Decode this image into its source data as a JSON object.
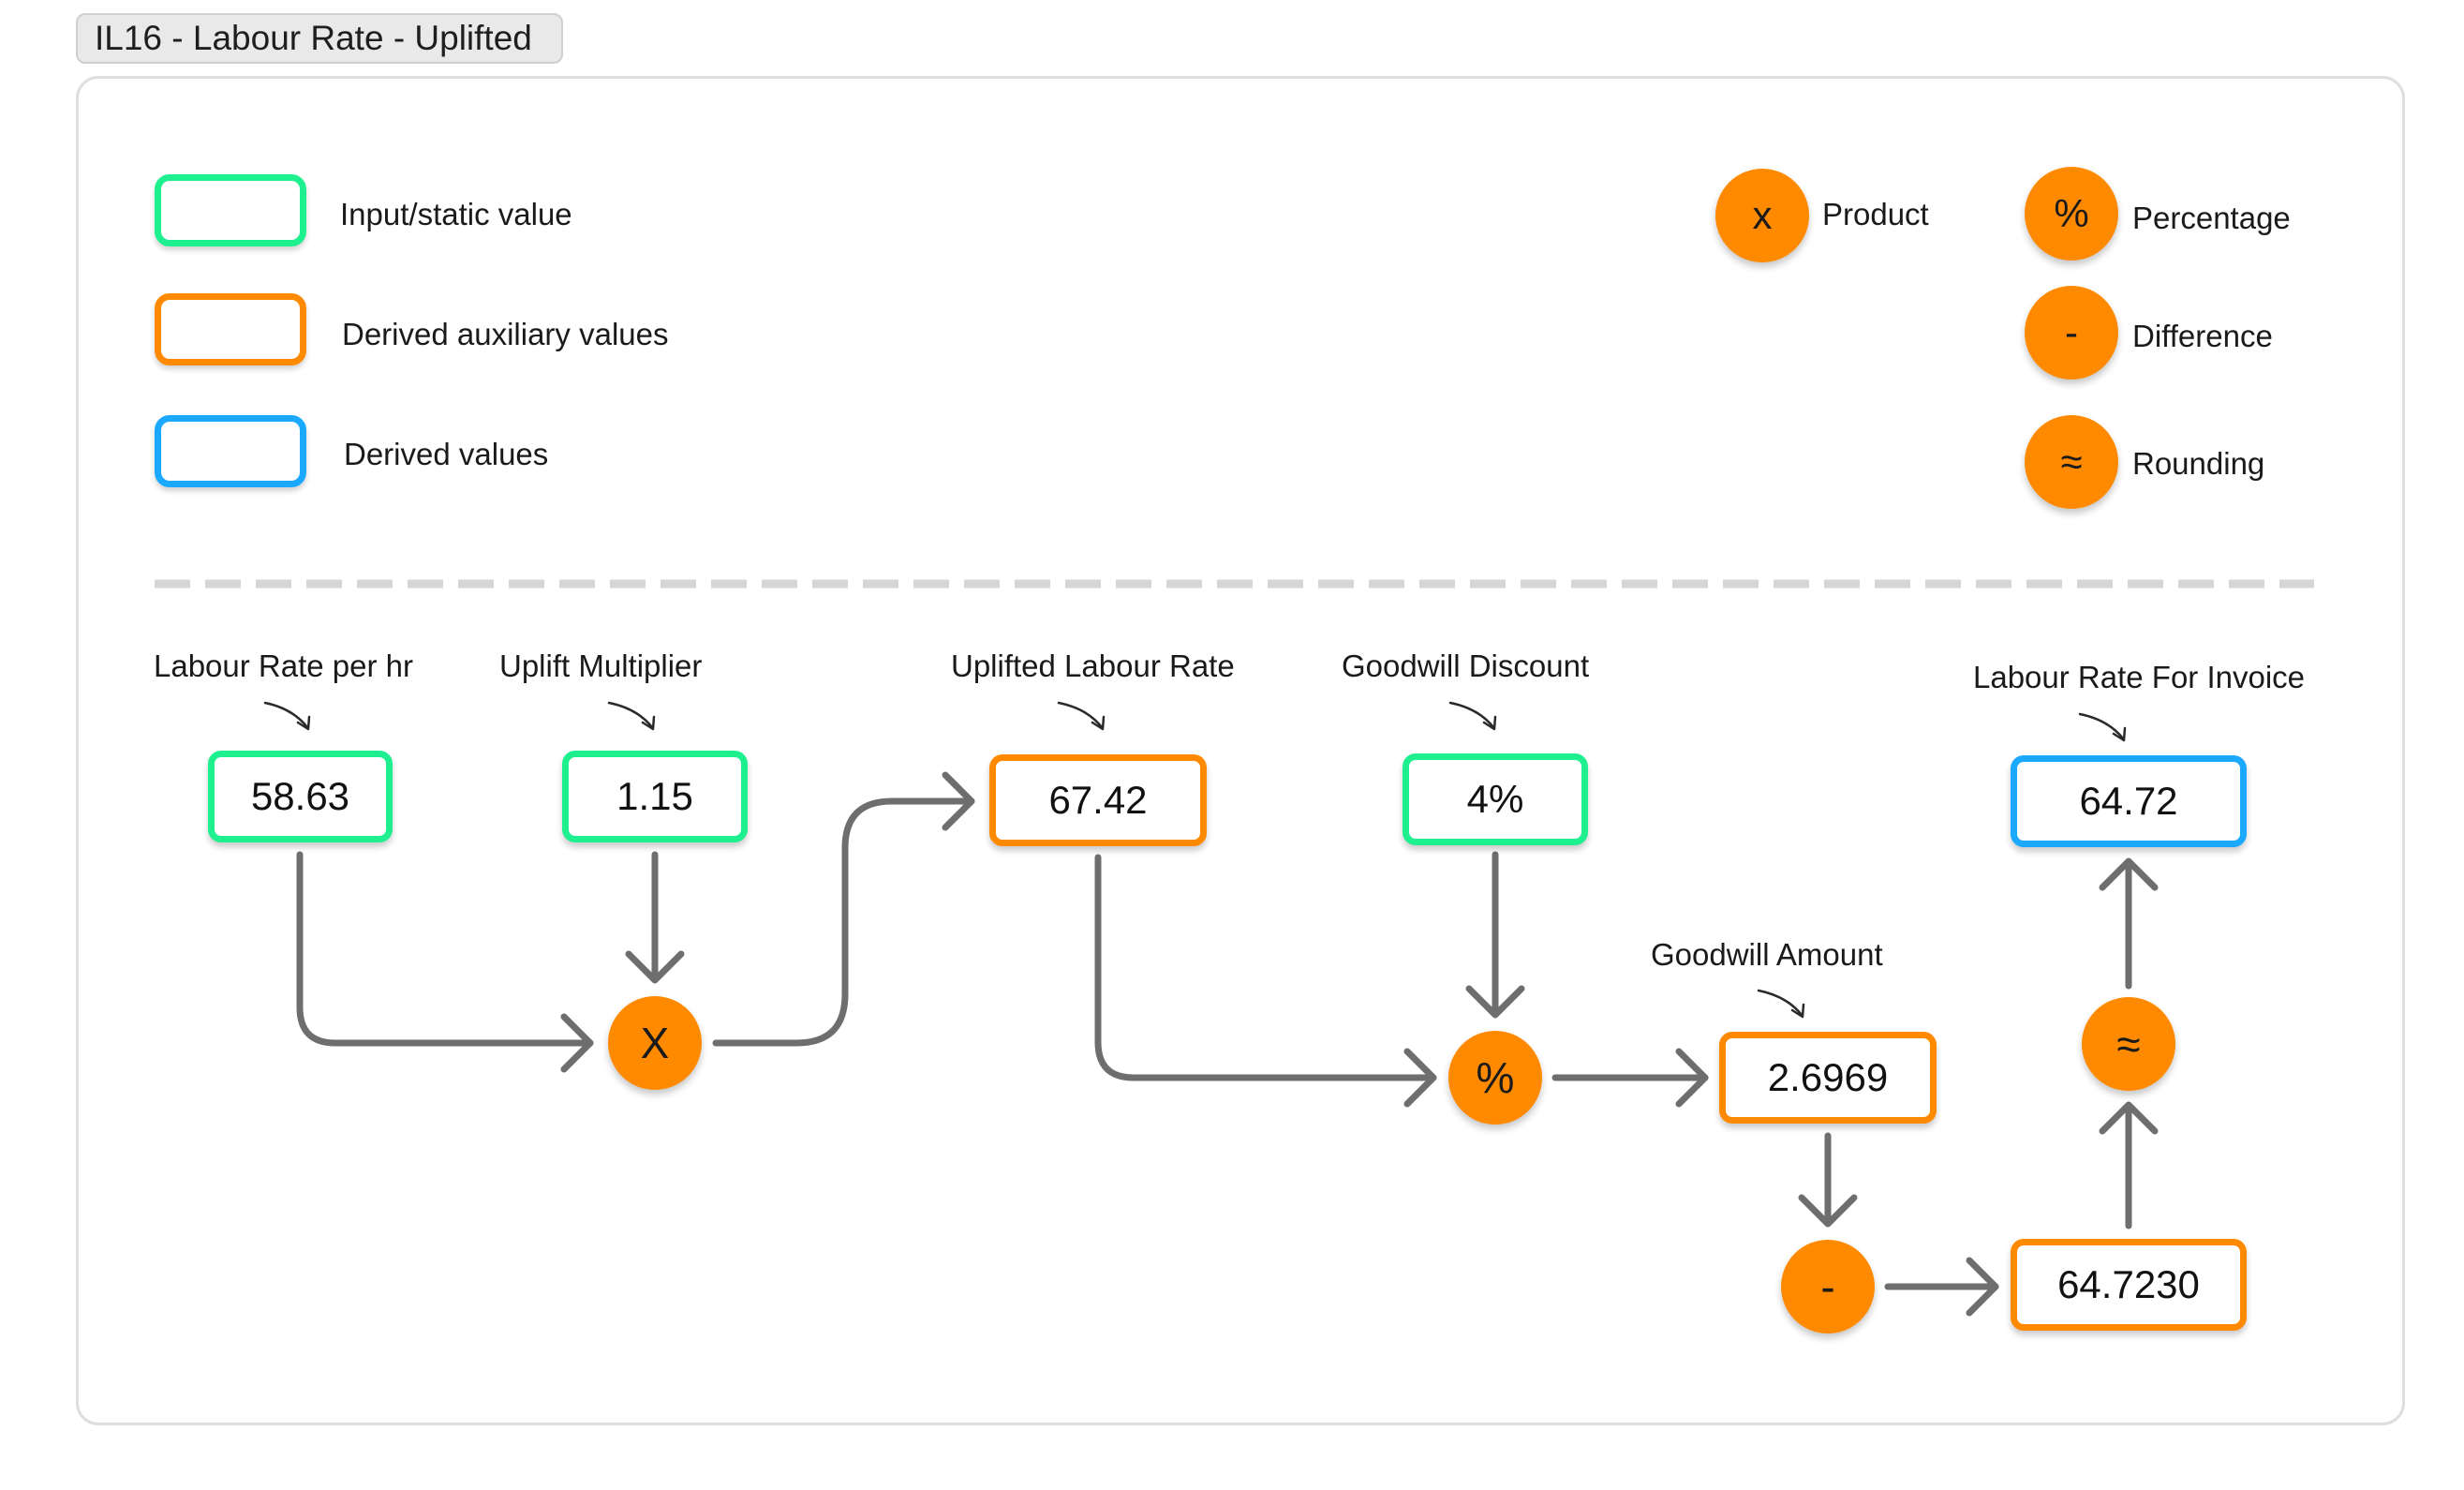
{
  "title": "IL16 - Labour Rate - Uplifted",
  "legend": {
    "boxes": [
      {
        "label": "Input/static value",
        "color": "#1ef08f"
      },
      {
        "label": "Derived auxiliary values",
        "color": "#ff8a00"
      },
      {
        "label": "Derived values",
        "color": "#1aa9ff"
      }
    ],
    "operators": [
      {
        "symbol": "x",
        "label": "Product"
      },
      {
        "symbol": "%",
        "label": "Percentage"
      },
      {
        "symbol": "-",
        "label": "Difference"
      },
      {
        "symbol": "≈",
        "label": "Rounding"
      }
    ]
  },
  "diagram": {
    "labour_rate": {
      "label": "Labour Rate per hr",
      "value": "58.63"
    },
    "uplift_multiplier": {
      "label": "Uplift Multiplier",
      "value": "1.15"
    },
    "uplifted_labour_rate": {
      "label": "Uplifted Labour Rate",
      "value": "67.42"
    },
    "goodwill_discount": {
      "label": "Goodwill Discount",
      "value": "4%"
    },
    "goodwill_amount": {
      "label": "Goodwill Amount",
      "value": "2.6969"
    },
    "difference_result": {
      "value": "64.7230"
    },
    "invoice_rate": {
      "label": "Labour Rate For Invoice",
      "value": "64.72"
    },
    "op_product": "X",
    "op_percentage": "%",
    "op_difference": "-",
    "op_rounding": "≈"
  },
  "colors": {
    "input": "#1ef08f",
    "auxiliary": "#ff8a00",
    "derived": "#1aa9ff",
    "operator": "#ff8a00",
    "connector": "#6e6e6e"
  }
}
